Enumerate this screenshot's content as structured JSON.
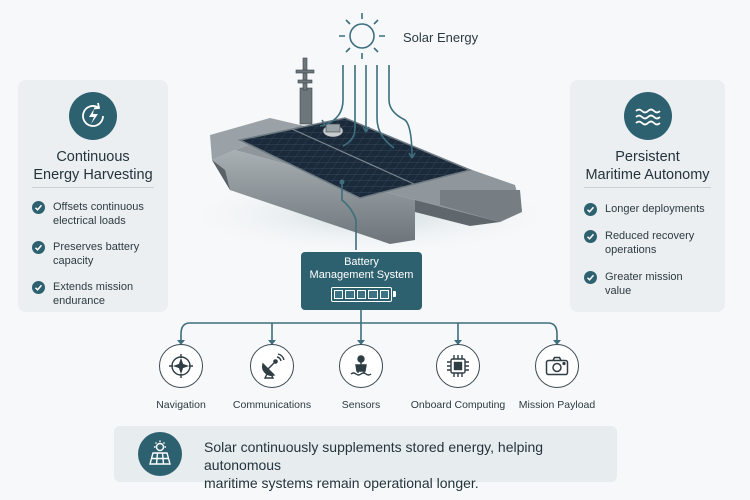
{
  "sun": {
    "label": "Solar Energy"
  },
  "left_card": {
    "title": [
      "Continuous",
      "Energy Harvesting"
    ],
    "items": [
      {
        "lines": [
          "Offsets continuous",
          "electrical loads"
        ]
      },
      {
        "lines": [
          "Preserves battery",
          "capacity"
        ]
      },
      {
        "lines": [
          "Extends mission",
          "endurance"
        ]
      }
    ]
  },
  "right_card": {
    "title": [
      "Persistent",
      "Maritime Autonomy"
    ],
    "items": [
      {
        "lines": [
          "Longer deployments"
        ]
      },
      {
        "lines": [
          "Reduced recovery",
          "operations"
        ]
      },
      {
        "lines": [
          "Greater mission",
          "value"
        ]
      }
    ]
  },
  "bms": {
    "title": [
      "Battery",
      "Management System"
    ],
    "icon": "battery-icon"
  },
  "subsystems": [
    {
      "label": "Navigation",
      "icon": "compass-icon"
    },
    {
      "label": "Communications",
      "icon": "satellite-dish-icon"
    },
    {
      "label": "Sensors",
      "icon": "sensor-buoy-icon"
    },
    {
      "label": "Onboard Computing",
      "icon": "cpu-chip-icon"
    },
    {
      "label": "Mission Payload",
      "icon": "camera-icon"
    }
  ],
  "banner": {
    "lines": [
      "Solar continuously supplements stored energy, helping autonomous",
      "maritime systems remain operational longer."
    ],
    "icon": "solar-panel-sun-icon"
  },
  "colors": {
    "accent": "#2e6170",
    "card_bg": "#eceff1",
    "text": "#24343c",
    "line": "#3d6f7e"
  }
}
